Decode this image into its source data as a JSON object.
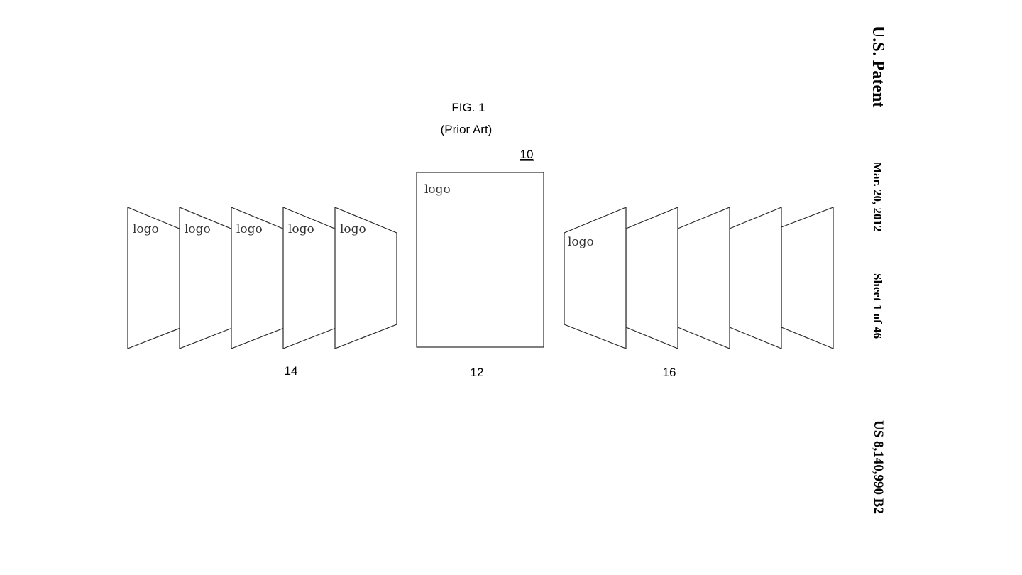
{
  "header": {
    "office": "U.S. Patent",
    "date": "Mar. 20, 2012",
    "sheet": "Sheet 1 of 46",
    "patent_number": "US 8,140,990 B2"
  },
  "figure": {
    "title": "FIG. 1",
    "subtitle": "(Prior Art)",
    "reference": "10",
    "logo_text": "logo",
    "labels": {
      "left_group": "14",
      "center": "12",
      "right_group": "16"
    }
  }
}
